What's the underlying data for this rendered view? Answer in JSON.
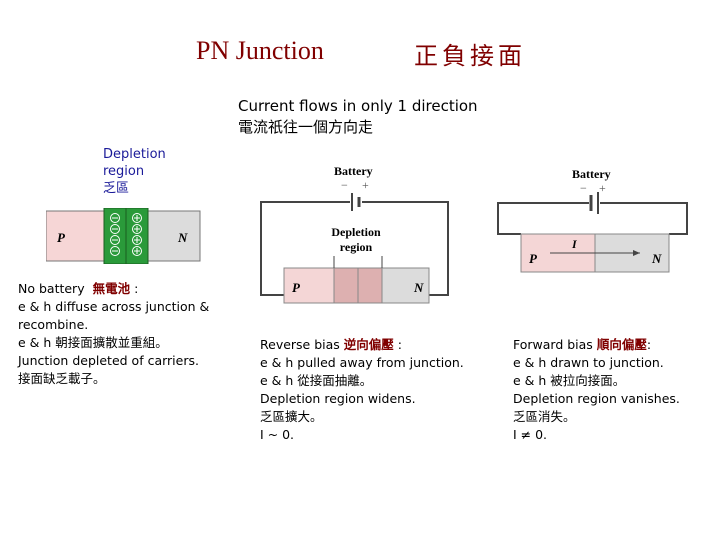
{
  "title": {
    "en": "PN Junction",
    "zh": "正負接面"
  },
  "subtitle": {
    "line1": "Current flows in only 1 direction",
    "line2": "電流祇往一個方向走"
  },
  "depletion_label": {
    "line1": "Depletion",
    "line2": "region",
    "line3": "乏區"
  },
  "left_diagram": {
    "p_label": "P",
    "n_label": "N"
  },
  "reverse_diagram": {
    "battery": "Battery",
    "minus": "−",
    "plus": "+",
    "depletion_line1": "Depletion",
    "depletion_line2": "region",
    "p_label": "P",
    "n_label": "N"
  },
  "forward_diagram": {
    "battery": "Battery",
    "minus": "−",
    "plus": "+",
    "current": "I",
    "p_label": "P",
    "n_label": "N"
  },
  "no_battery": {
    "heading_en": "No battery",
    "heading_zh": "無電池",
    "heading_colon": ":",
    "lines": [
      "e & h diffuse across junction & recombine.",
      "e & h 朝接面擴散並重組。",
      "Junction depleted of carriers.",
      "接面缺乏載子。"
    ]
  },
  "reverse_bias": {
    "heading_en": "Reverse bias",
    "heading_zh": "逆向偏壓",
    "heading_colon": ":",
    "lines": [
      "e & h pulled away from junction.",
      "e & h 從接面抽離。",
      "Depletion region widens.",
      "乏區擴大。",
      "I ~ 0."
    ]
  },
  "forward_bias": {
    "heading_en": "Forward bias",
    "heading_zh": "順向偏壓",
    "heading_colon": ":",
    "lines": [
      "e & h drawn to junction.",
      "e & h 被拉向接面。",
      "Depletion region vanishes.",
      "乏區消失。",
      "I ≠ 0."
    ]
  }
}
